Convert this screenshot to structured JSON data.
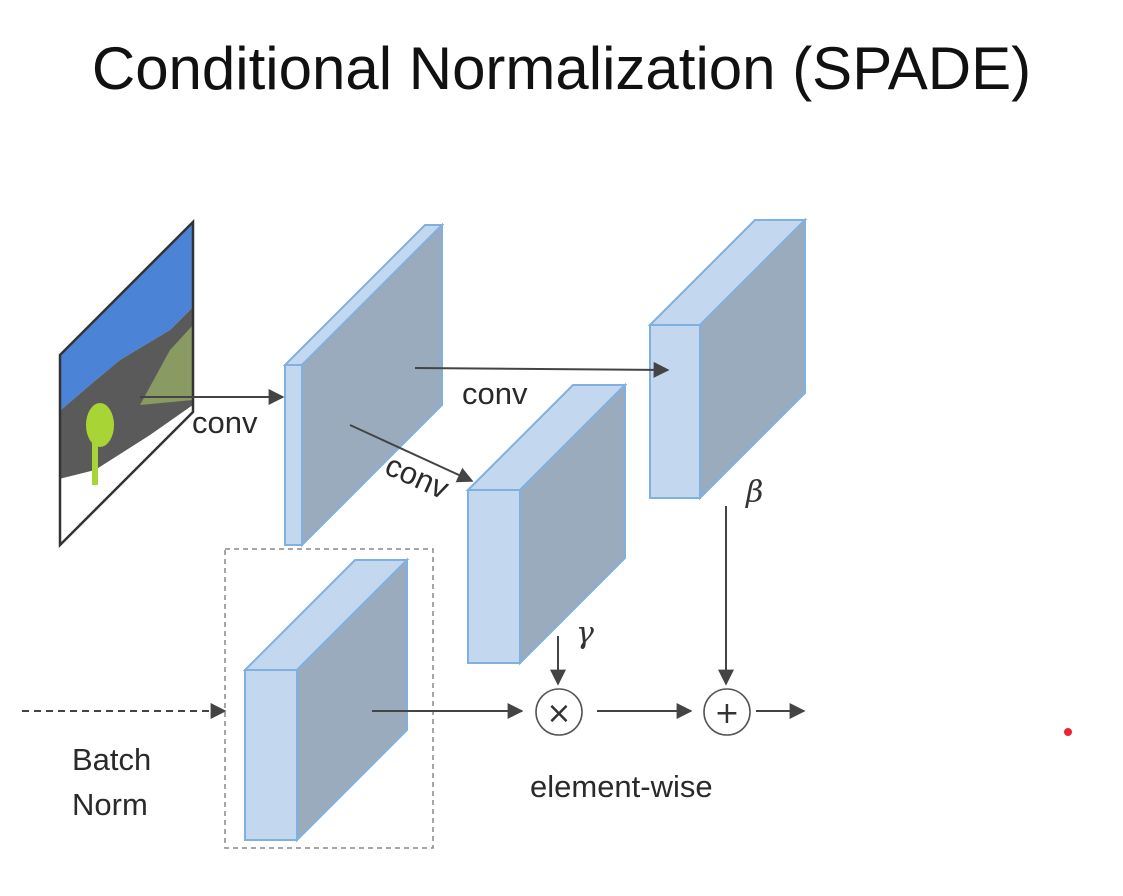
{
  "title": "Conditional Normalization (SPADE)",
  "labels": {
    "conv_1": "conv",
    "conv_2": "conv",
    "conv_3": "conv",
    "gamma": "γ",
    "beta": "β",
    "batch_norm_line1": "Batch",
    "batch_norm_line2": "Norm",
    "element_wise": "element-wise",
    "multiply_symbol": "×",
    "add_symbol": "+"
  },
  "colors": {
    "block_face": "#c3d7ee",
    "block_side": "#9aabbd",
    "block_edge": "#7fb0df",
    "arrow": "#444444",
    "segmap_sky": "#4b84d6",
    "segmap_ground": "#5a5a5a",
    "segmap_grass": "#8a9a63",
    "segmap_tree": "#a9d435",
    "pointer_dot": "#e8253a"
  },
  "icons": [
    "multiply-circle-icon",
    "plus-circle-icon"
  ]
}
